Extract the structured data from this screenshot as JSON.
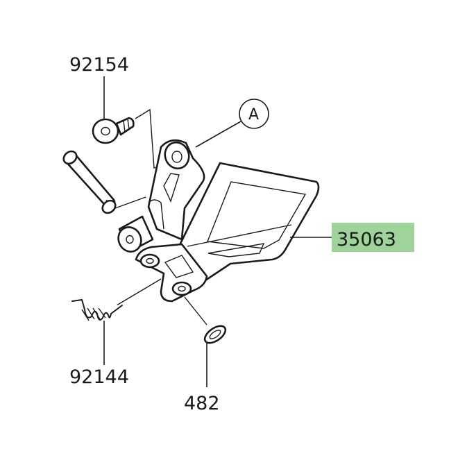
{
  "parts": {
    "bolt": {
      "number": "92154"
    },
    "spring": {
      "number": "92144"
    },
    "clip": {
      "number": "482"
    },
    "bracket": {
      "number": "35063"
    }
  },
  "callout": {
    "letter": "A"
  },
  "colors": {
    "highlight": "#9ed39a",
    "ink": "#1a1a1a",
    "background": "#ffffff"
  }
}
